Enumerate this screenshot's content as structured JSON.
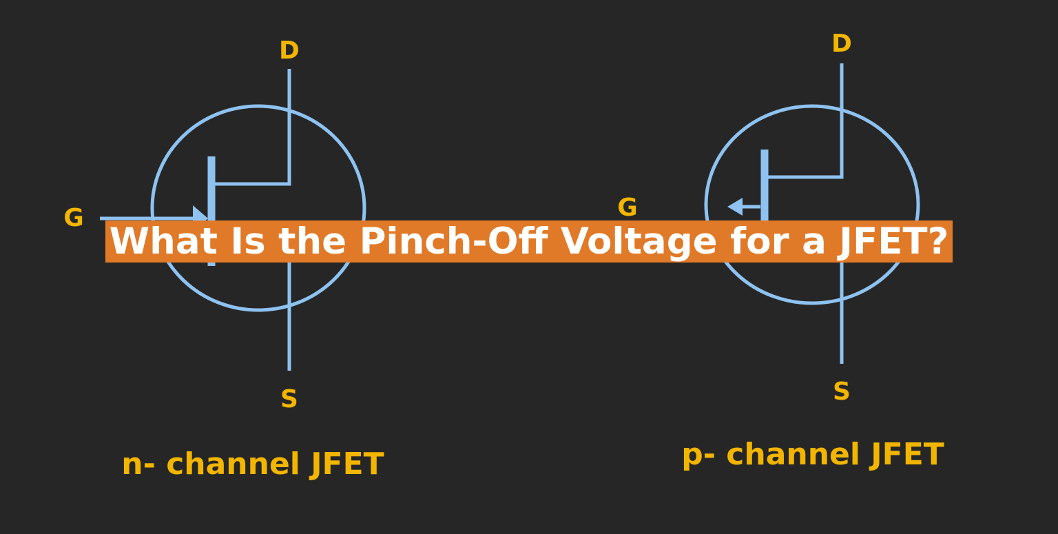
{
  "n_channel": {
    "drain_label": "D",
    "gate_label": "G",
    "source_label": "S",
    "caption": "n- channel JFET"
  },
  "p_channel": {
    "drain_label": "D",
    "gate_label": "G",
    "source_label": "S",
    "caption": "p- channel JFET"
  },
  "title": {
    "text": "What Is the Pinch-Off Voltage for a JFET?"
  },
  "colors": {
    "background": "#262626",
    "symbol_line": "#8ec2f0",
    "label": "#f2b500",
    "title_highlight": "#e07a28",
    "title_text": "#ffffff"
  }
}
